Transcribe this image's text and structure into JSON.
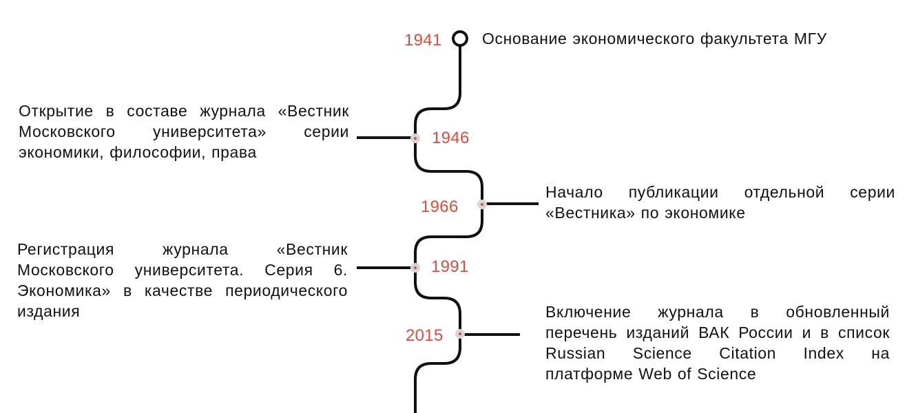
{
  "colors": {
    "line": "#111111",
    "year": "#e34a3b",
    "node_fill": "#d6d6d6",
    "node_dot": "#e34a3b",
    "text": "#111111"
  },
  "events": [
    {
      "year": "1941",
      "text": "Основание экономического факультета МГУ"
    },
    {
      "year": "1946",
      "text": "Открытие в составе журнала «Вестник Московского университета» серии экономики, философии, права"
    },
    {
      "year": "1966",
      "text": "Начало публикации отдельной серии «Вестника» по экономике"
    },
    {
      "year": "1991",
      "text": "Регистрация журнала «Вестник Московского университета. Серия 6. Экономика» в качестве периодического издания"
    },
    {
      "year": "2015",
      "text": "Включение журнала в обновленный перечень изданий ВАК России и в список Russian Science Citation Index на платформе Web of Science"
    }
  ]
}
